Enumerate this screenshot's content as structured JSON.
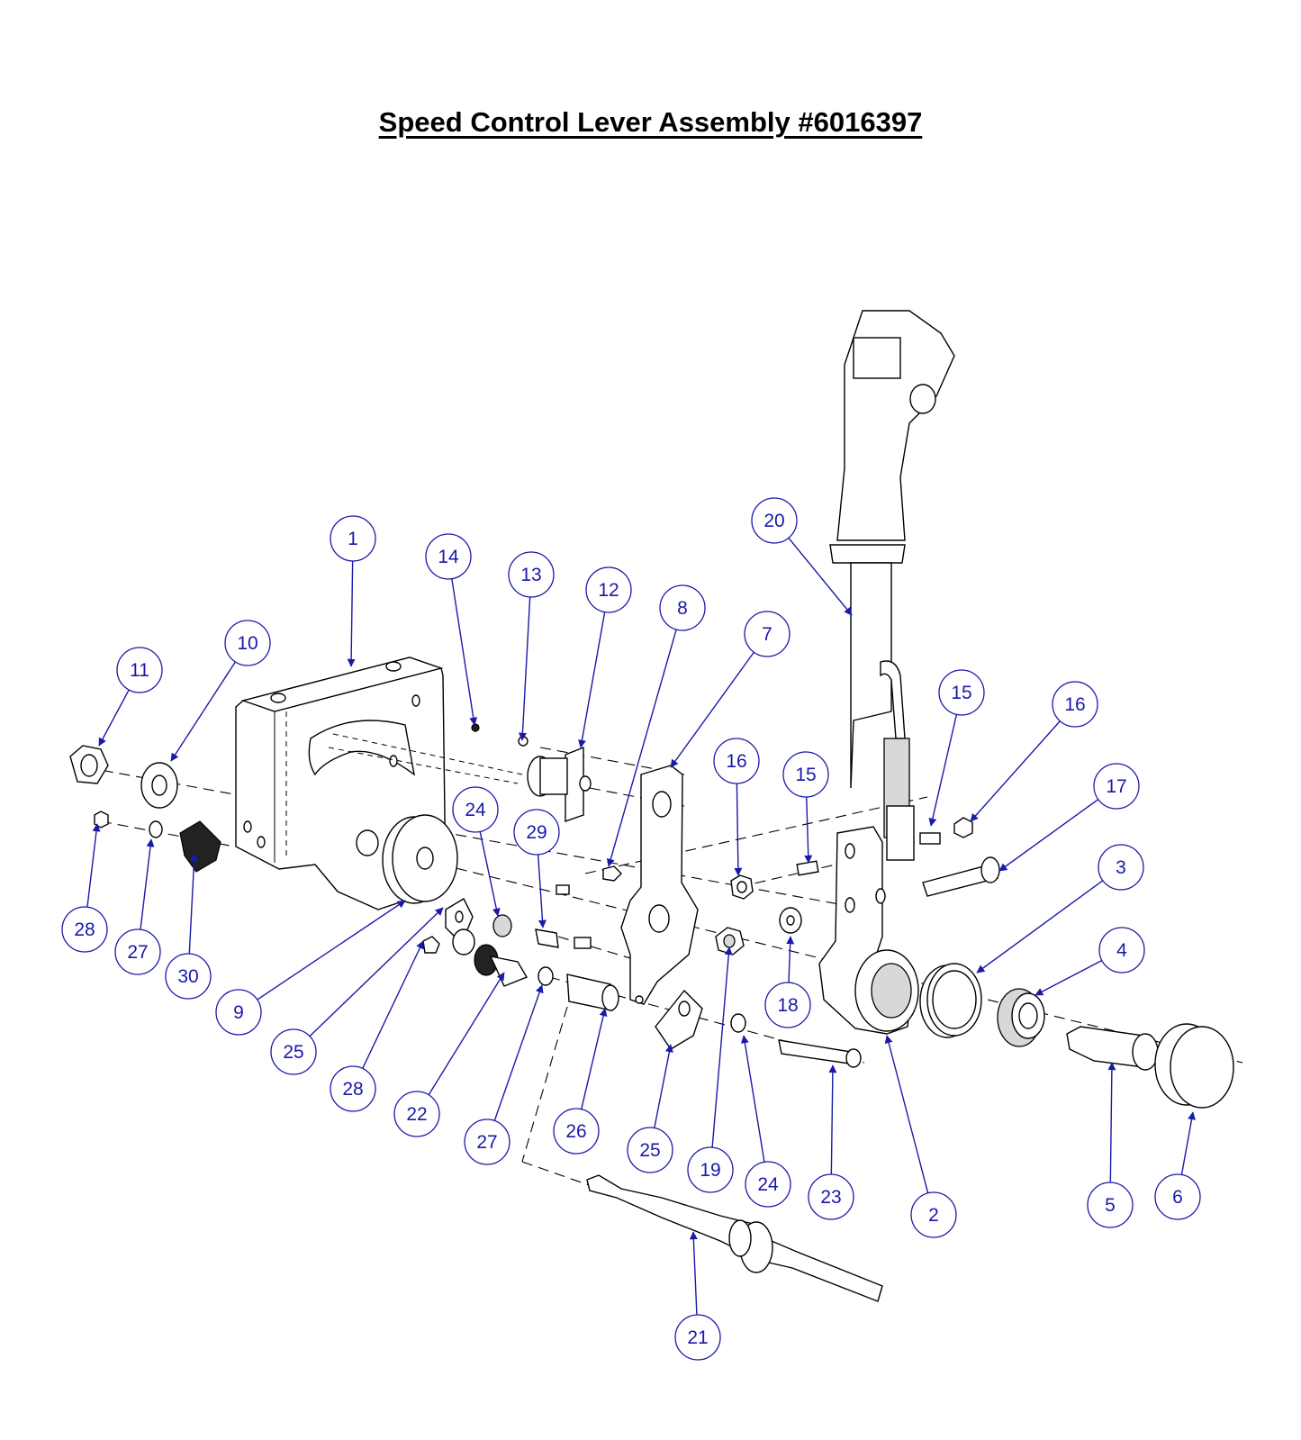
{
  "title": "Speed Control Lever Assembly #6016397",
  "callouts": [
    {
      "number": "1",
      "part": "bracket"
    },
    {
      "number": "2",
      "part": "lever-pivot-arm"
    },
    {
      "number": "3",
      "part": "bearing-race"
    },
    {
      "number": "4",
      "part": "tapered-bearing"
    },
    {
      "number": "5",
      "part": "pivot-bolt"
    },
    {
      "number": "6",
      "part": "end-cap"
    },
    {
      "number": "7",
      "part": "cable-plate"
    },
    {
      "number": "8",
      "part": "plate-screw"
    },
    {
      "number": "9",
      "part": "friction-disc"
    },
    {
      "number": "10",
      "part": "washer"
    },
    {
      "number": "11",
      "part": "nut"
    },
    {
      "number": "12",
      "part": "switch"
    },
    {
      "number": "13",
      "part": "switch-washer"
    },
    {
      "number": "14",
      "part": "switch-screw"
    },
    {
      "number": "15",
      "part": "set-screw"
    },
    {
      "number": "15",
      "part": "set-screw"
    },
    {
      "number": "16",
      "part": "hex-nut"
    },
    {
      "number": "16",
      "part": "hex-nut"
    },
    {
      "number": "17",
      "part": "cap-screw"
    },
    {
      "number": "18",
      "part": "washer"
    },
    {
      "number": "19",
      "part": "lock-nut"
    },
    {
      "number": "20",
      "part": "control-handle"
    },
    {
      "number": "21",
      "part": "control-cable"
    },
    {
      "number": "22",
      "part": "ball-joint"
    },
    {
      "number": "23",
      "part": "bolt"
    },
    {
      "number": "24",
      "part": "washer"
    },
    {
      "number": "24",
      "part": "washer"
    },
    {
      "number": "25",
      "part": "cable-clamp"
    },
    {
      "number": "25",
      "part": "cable-clamp"
    },
    {
      "number": "26",
      "part": "spacer"
    },
    {
      "number": "27",
      "part": "washer"
    },
    {
      "number": "27",
      "part": "washer"
    },
    {
      "number": "28",
      "part": "nut"
    },
    {
      "number": "28",
      "part": "nut"
    },
    {
      "number": "29",
      "part": "shoulder-screw"
    },
    {
      "number": "30",
      "part": "connector"
    }
  ]
}
